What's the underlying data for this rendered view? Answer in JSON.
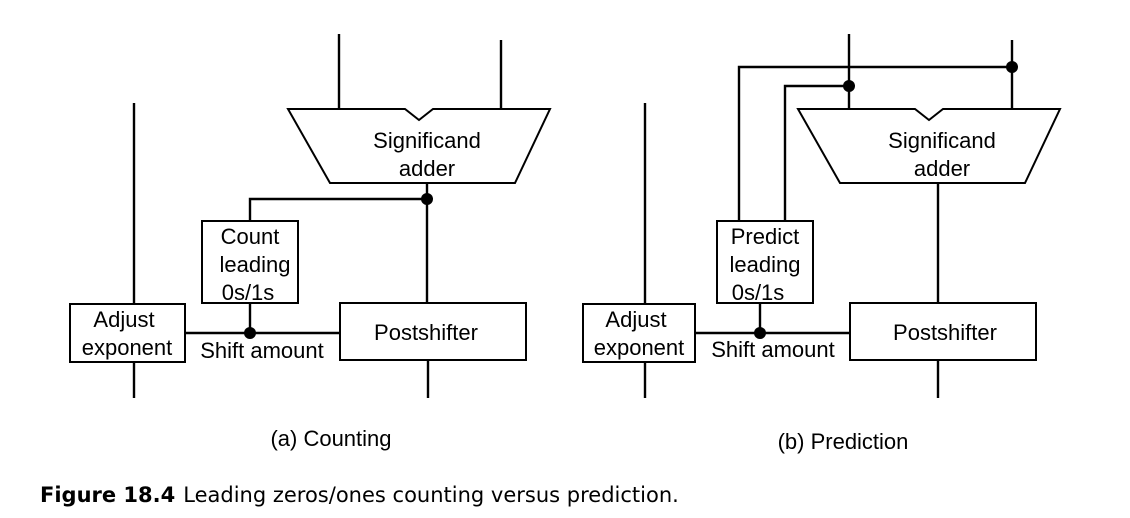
{
  "diagram_a": {
    "adder_line1": "Significand",
    "adder_line2": "adder",
    "count_line1": "Count",
    "count_line2": "leading",
    "count_line3": "0s/1s",
    "adjust_line1": "Adjust",
    "adjust_line2": "exponent",
    "shift_amount": "Shift amount",
    "postshifter": "Postshifter",
    "sublabel": "(a) Counting"
  },
  "diagram_b": {
    "adder_line1": "Significand",
    "adder_line2": "adder",
    "predict_line1": "Predict",
    "predict_line2": "leading",
    "predict_line3": "0s/1s",
    "adjust_line1": "Adjust",
    "adjust_line2": "exponent",
    "shift_amount": "Shift amount",
    "postshifter": "Postshifter",
    "sublabel": "(b) Prediction"
  },
  "caption": {
    "number": "Figure 18.4",
    "text": "Leading zeros/ones counting versus prediction."
  }
}
